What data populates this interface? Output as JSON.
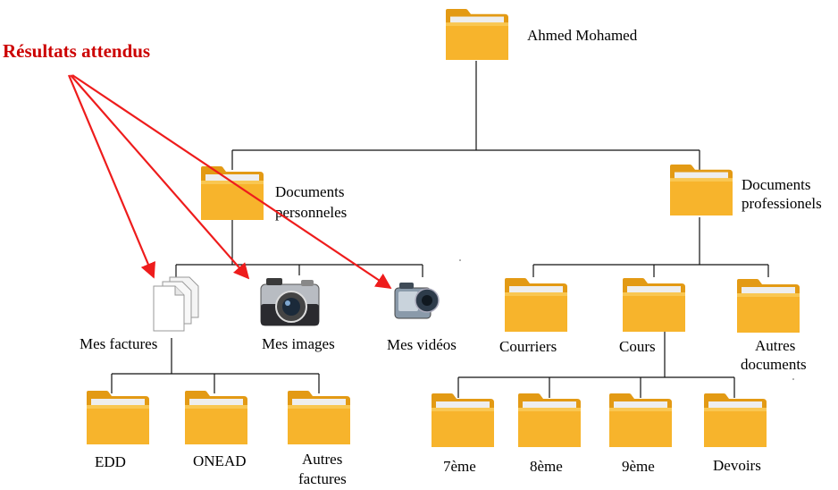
{
  "annotation": {
    "text": "Résultats attendus",
    "color": "#cc0000"
  },
  "colors": {
    "arrow": "#ee1c1c",
    "line": "#111111",
    "folder_body": "#f7b42c",
    "folder_back": "#e39a14",
    "folder_paper": "#eeeeee"
  },
  "nodes": {
    "root": {
      "label": "Ahmed Mohamed",
      "icon": "folder-icon"
    },
    "personal": {
      "label_lines": [
        "Documents",
        "personneles"
      ],
      "icon": "folder-icon"
    },
    "professional": {
      "label_lines": [
        "Documents",
        "professionels"
      ],
      "icon": "folder-icon"
    },
    "factures": {
      "label": "Mes factures",
      "icon": "documents-stack-icon"
    },
    "images": {
      "label": "Mes images",
      "icon": "camera-icon"
    },
    "videos": {
      "label": "Mes vidéos",
      "icon": "video-camera-icon"
    },
    "courriers": {
      "label": "Courriers",
      "icon": "folder-icon"
    },
    "cours": {
      "label": "Cours",
      "icon": "folder-icon"
    },
    "autres_documents": {
      "label_lines": [
        "Autres",
        "documents"
      ],
      "icon": "folder-icon"
    },
    "edd": {
      "label": "EDD",
      "icon": "folder-icon"
    },
    "onead": {
      "label": "ONEAD",
      "icon": "folder-icon"
    },
    "autres_factures": {
      "label_lines": [
        "Autres",
        "factures"
      ],
      "icon": "folder-icon"
    },
    "septieme": {
      "label": "7ème",
      "icon": "folder-icon"
    },
    "huitieme": {
      "label": "8ème",
      "icon": "folder-icon"
    },
    "neuvieme": {
      "label": "9ème",
      "icon": "folder-icon"
    },
    "devoirs": {
      "label": "Devoirs",
      "icon": "folder-icon"
    }
  }
}
